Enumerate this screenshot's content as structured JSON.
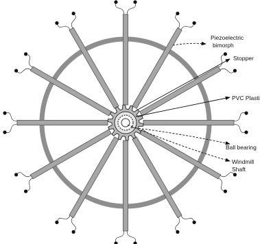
{
  "labels": {
    "piezo_line1": "Piezoelectric",
    "piezo_line2": "bimorph",
    "stopper": "Stopper",
    "pvc": "PVC Plasti",
    "ball_bearing": "Ball bearing",
    "shaft_line1": "Windmill",
    "shaft_line2": "Shaft"
  },
  "colors": {
    "rim": "#8e8e8e",
    "arm_fill": "#a6a6a6",
    "arm_stroke": "#555555",
    "hub": "#b8b8b8",
    "lead_wire": "#333333",
    "dot": "#111111"
  },
  "bimorph_count": 12
}
